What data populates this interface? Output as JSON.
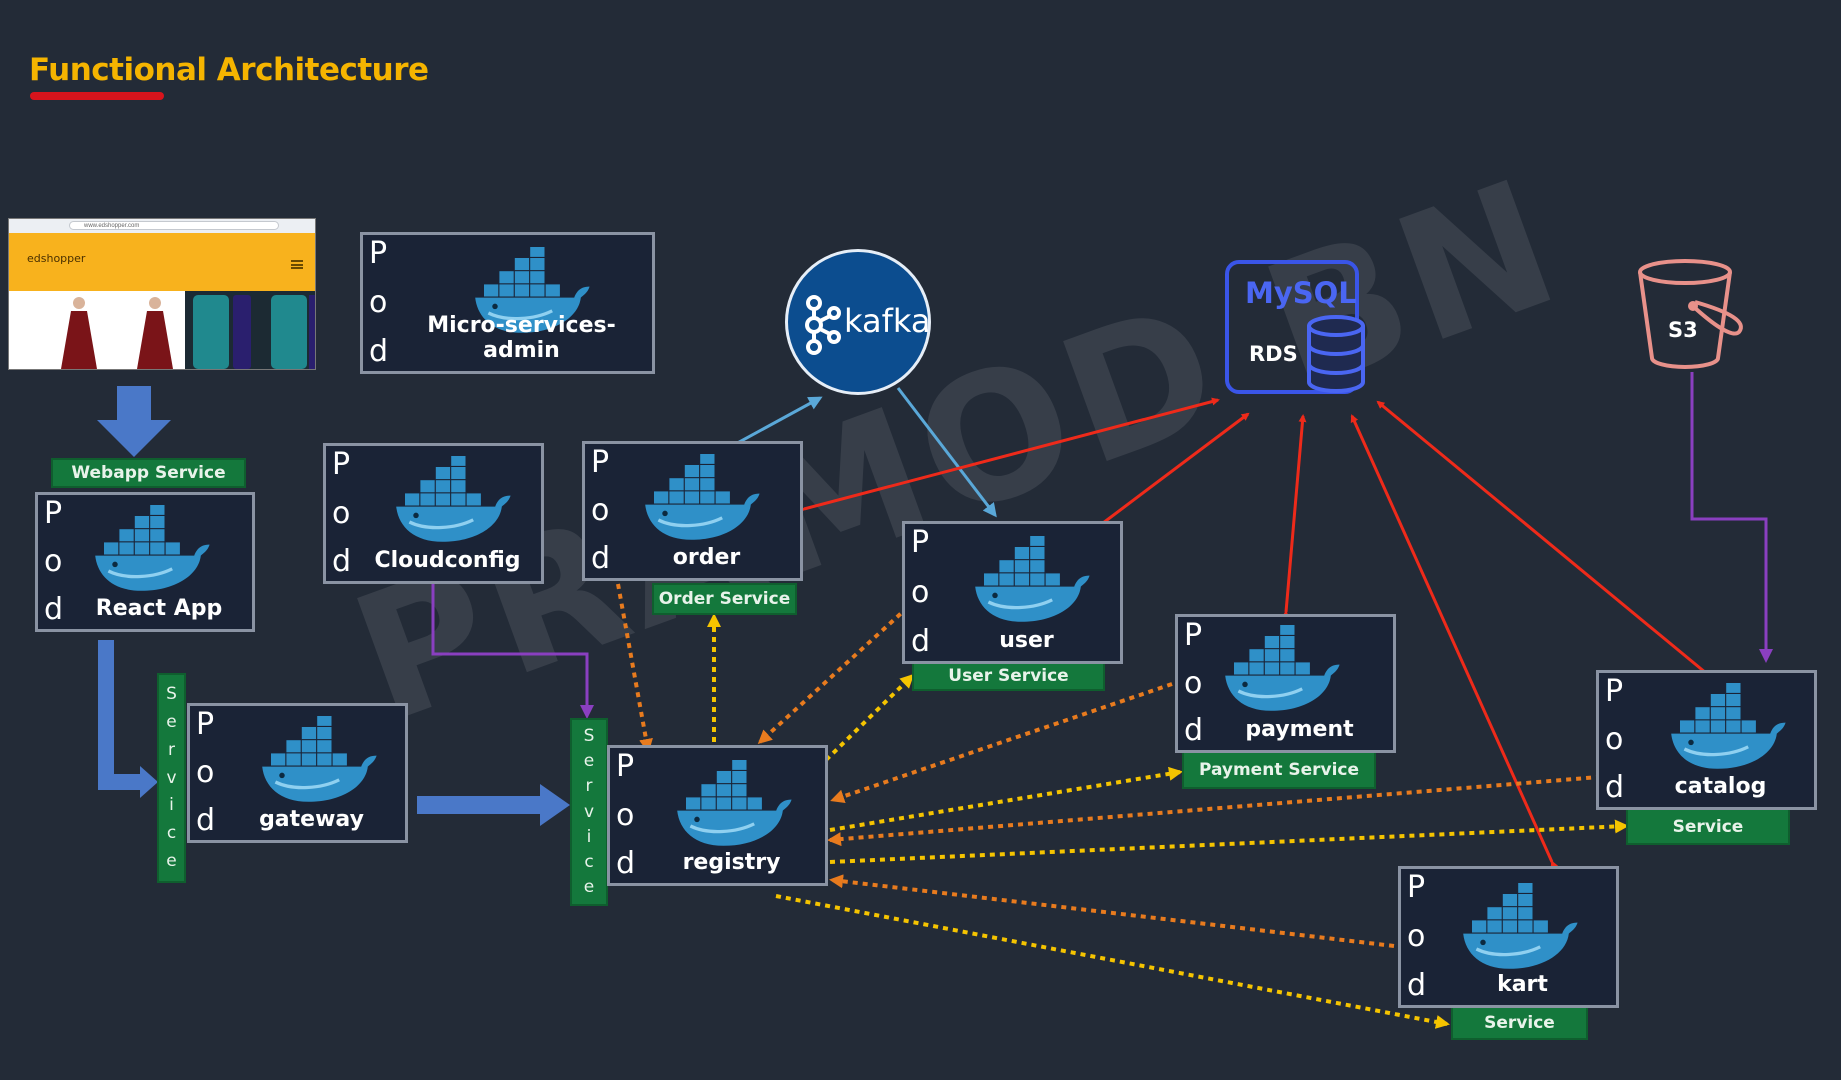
{
  "title": "Functional Architecture",
  "colors": {
    "background": "#232b37",
    "title": "#f5b400",
    "pod_border": "#8a93a3",
    "service_green": "#14783c",
    "arrow_red": "#ee2a1a",
    "arrow_blue_light": "#5aa8d8",
    "arrow_blue_thick": "#4a78c8",
    "arrow_purple": "#8a3fc0",
    "arrow_orange_dotted": "#e87b1e",
    "arrow_yellow_dotted": "#f5c400",
    "kafka": "#0c4d8f",
    "mysql": "#3a55e8",
    "s3": "#e8918a"
  },
  "pod_letters": [
    "P",
    "o",
    "d"
  ],
  "pods": {
    "admin": "Micro-services-admin",
    "react_app": "React App",
    "cloudconfig": "Cloudconfig",
    "order": "order",
    "user": "user",
    "payment": "payment",
    "gateway": "gateway",
    "registry": "registry",
    "catalog": "catalog",
    "kart": "kart"
  },
  "services": {
    "webapp": "Webapp Service",
    "order": "Order Service",
    "user": "User Service",
    "payment": "Payment Service",
    "catalog": "Service",
    "kart": "Service",
    "vertical": "Service"
  },
  "icons": {
    "pod_icon": "docker-whale-icon",
    "kafka_icon": "kafka-logo-icon",
    "db_icon": "mysql-database-icon",
    "s3_icon": "s3-bucket-icon"
  },
  "kafka_label": "kafka",
  "mysql_label": "MySQL",
  "rds_label": "RDS",
  "s3_label": "S3",
  "webapp_preview": {
    "brand": "edshopper",
    "url": "www.edshopper.com"
  },
  "watermark": "PRAMOD BN"
}
